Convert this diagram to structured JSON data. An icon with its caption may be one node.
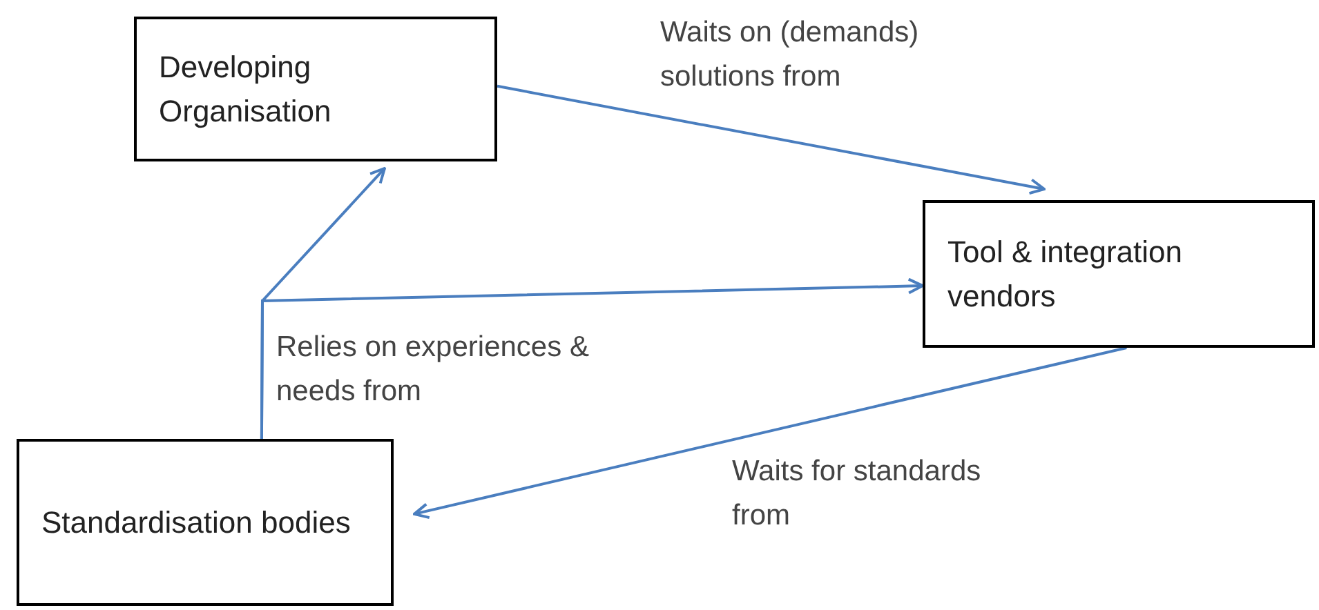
{
  "diagram": {
    "nodes": [
      {
        "text": [
          "Developing Organisation"
        ]
      },
      {
        "text": [
          "Tool & integration vendors"
        ]
      },
      {
        "text": [
          "Standardisation bodies"
        ]
      }
    ],
    "edges": [
      {
        "from": 0,
        "to": 1,
        "arrow": "to",
        "label": "Waits on (demands) solutions from"
      },
      {
        "from": 1,
        "to": 2,
        "arrow": "to",
        "label": "Waits for standards from"
      },
      {
        "from": 2,
        "to": 0,
        "arrow": "to"
      },
      {
        "from": 2,
        "to": 1,
        "arrow": "to",
        "label": "Relies on experiences & needs from"
      }
    ]
  }
}
